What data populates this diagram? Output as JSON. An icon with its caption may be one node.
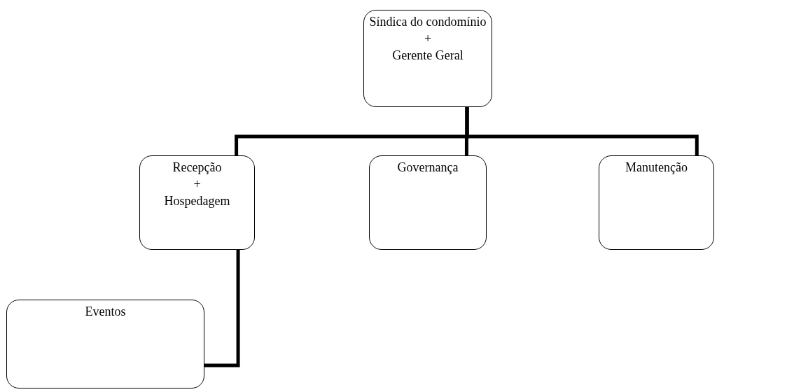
{
  "diagram": {
    "nodes": [
      {
        "text": [
          "Síndica do condomínio",
          "+",
          "Gerente Geral"
        ]
      },
      {
        "text": [
          "Recepção",
          "+",
          "Hospedagem"
        ]
      },
      {
        "text": [
          "Governança"
        ]
      },
      {
        "text": [
          "Manutenção"
        ]
      },
      {
        "text": [
          "Eventos"
        ]
      }
    ],
    "edges": [
      {
        "from": 0,
        "to": 1,
        "arrow": "none"
      },
      {
        "from": 0,
        "to": 2,
        "arrow": "none"
      },
      {
        "from": 0,
        "to": 3,
        "arrow": "none"
      },
      {
        "from": 1,
        "to": 4,
        "arrow": "none"
      }
    ]
  }
}
